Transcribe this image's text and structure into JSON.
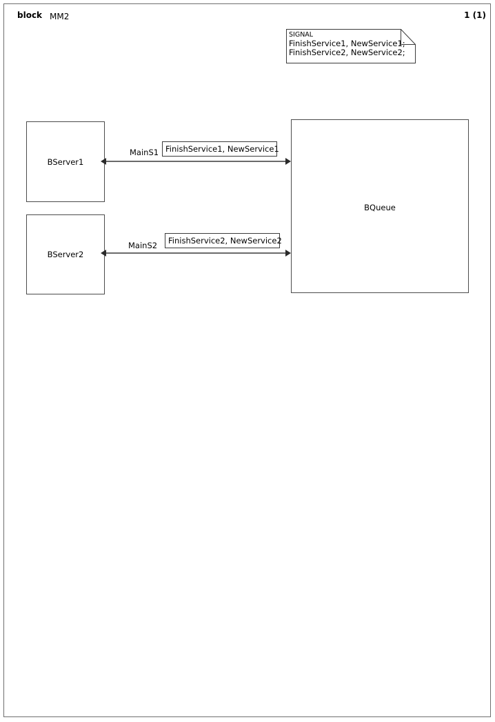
{
  "header": {
    "kind": "block",
    "name": "MM2",
    "page_number": "1 (1)"
  },
  "signal_note": {
    "keyword": "SIGNAL",
    "lines": [
      "FinishService1, NewService1;",
      "FinishService2, NewService2;"
    ]
  },
  "blocks": [
    {
      "id": "bserver1",
      "label": "BServer1"
    },
    {
      "id": "bserver2",
      "label": "BServer2"
    },
    {
      "id": "bqueue",
      "label": "BQueue"
    }
  ],
  "channels": [
    {
      "id": "channel1",
      "name": "MainS1",
      "signals": "FinishService1, NewService1",
      "from": "BServer1",
      "to": "BQueue",
      "bidirectional": true
    },
    {
      "id": "channel2",
      "name": "MainS2",
      "signals": "FinishService2, NewService2",
      "from": "BServer2",
      "to": "BQueue",
      "bidirectional": true
    }
  ],
  "colors": {
    "page_border": "#6e6e6e",
    "block_border": "#4a4a4a",
    "channel_line": "#6a6a6a",
    "arrow": "#2b2b2b",
    "text": "#000000",
    "background": "#ffffff"
  }
}
